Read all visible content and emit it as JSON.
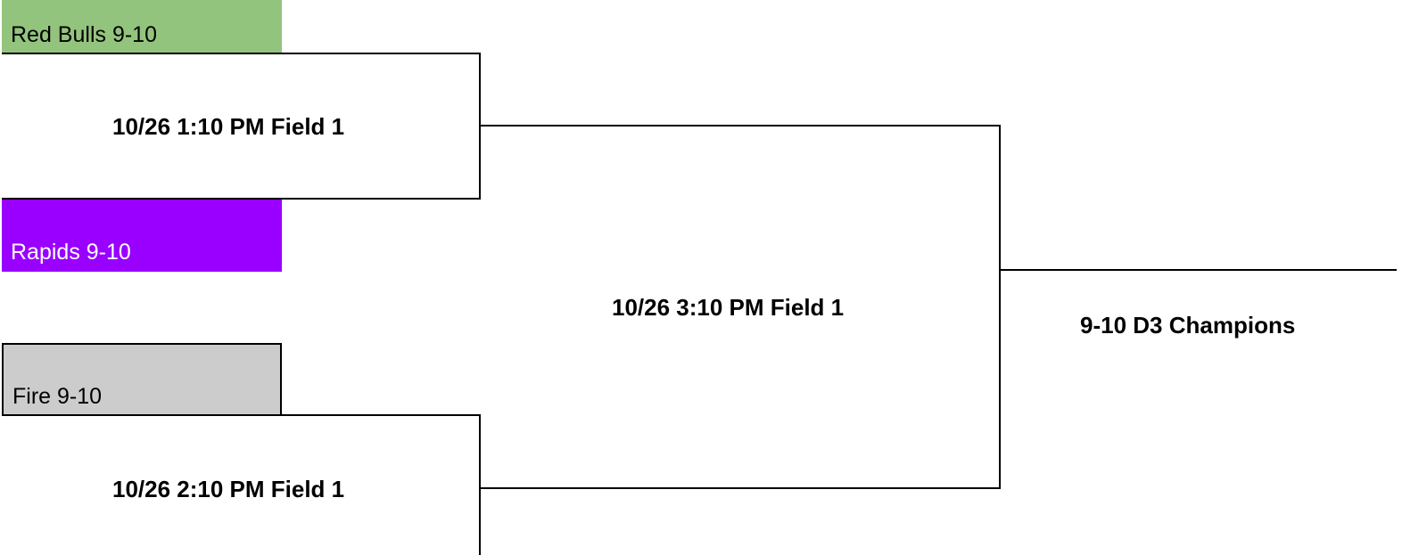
{
  "bracket": {
    "teams": [
      {
        "name": "Red Bulls 9-10",
        "bg": "#93c47d",
        "text_color": "#000000"
      },
      {
        "name": "Rapids 9-10",
        "bg": "#9900ff",
        "text_color": "#ffffff"
      },
      {
        "name": "Fire 9-10",
        "bg": "#cccccc",
        "text_color": "#000000"
      }
    ],
    "matches": [
      {
        "label": "10/26 1:10 PM Field 1"
      },
      {
        "label": "10/26 2:10 PM Field 1"
      },
      {
        "label": "10/26 3:10 PM Field 1"
      }
    ],
    "champion_label": "9-10 D3 Champions"
  }
}
